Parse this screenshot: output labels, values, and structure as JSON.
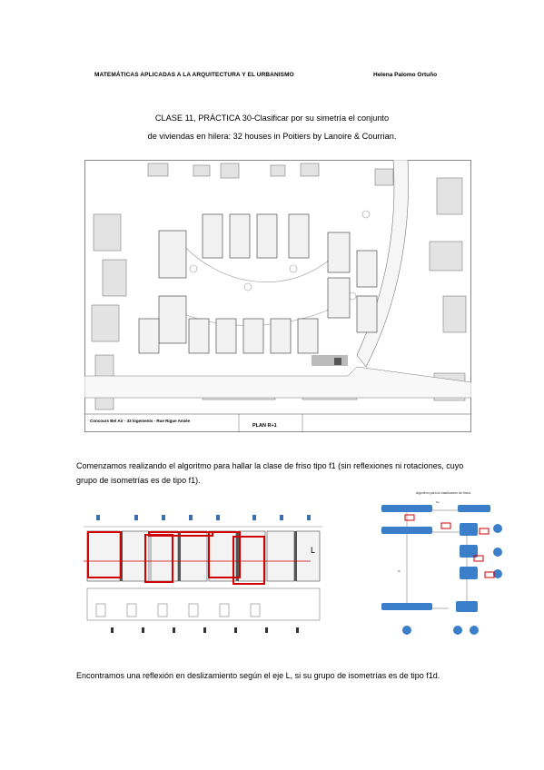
{
  "header": {
    "left": "MATEMÁTICAS APLICADAS A LA ARQUITECTURA Y EL URBANISMO",
    "right": "Helena Palomo Ortuño"
  },
  "title": {
    "line1": "CLASE 11, PRÁCTICA 30-Clasificar por su simetría el conjunto",
    "line2": "de viviendas en hilera: 32 houses in Poitiers by Lanoire & Courrian."
  },
  "plan": {
    "competition": "Concours Bel Air - 33 logements - Rue Rigue Amiée",
    "sheet": "PLAN R+1"
  },
  "paragraphs": {
    "p1": "Comenzamos realizando el algoritmo para hallar la clase de friso tipo f1 (sin reflexiones ni rotaciones, cuyo grupo de isometrías es de tipo f1).",
    "p2": "Encontramos una reflexión en deslizamiento según el eje L, si su grupo de isometrías es de tipo f1d."
  },
  "figure": {
    "axis_label": "L",
    "flowchart_title": "Algoritmo para la clasificación de frisos",
    "yes": "Sí",
    "no": "No"
  }
}
